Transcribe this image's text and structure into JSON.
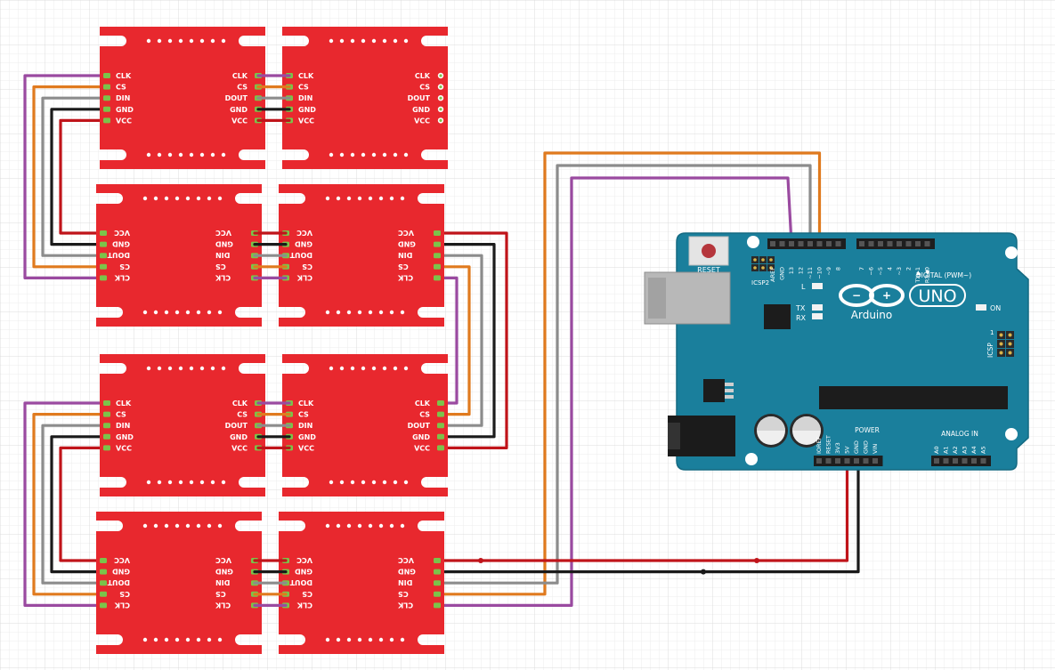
{
  "pin_labels": {
    "clk": "CLK",
    "cs": "CS",
    "din": "DIN",
    "dout": "DOUT",
    "gnd": "GND",
    "vcc": "VCC"
  },
  "arduino": {
    "reset": "RESET",
    "icsp2": "ICSP2",
    "icsp": "ICSP",
    "icsp_pin1": "1",
    "led_l": "L",
    "led_tx": "TX",
    "led_rx": "RX",
    "led_on": "ON",
    "logo_uno": "UNO",
    "logo_text": "Arduino",
    "digital_label": "DIGITAL (PWM~)",
    "power_label": "POWER",
    "analog_label": "ANALOG IN",
    "digital_pins": [
      "AREF",
      "GND",
      "13",
      "12",
      "~11",
      "~10",
      "~9",
      "8",
      "7",
      "~6",
      "~5",
      "4",
      "~3",
      "2",
      "TX▶1",
      "RX◀0"
    ],
    "power_pins": [
      "IOREF",
      "RESET",
      "3V3",
      "5V",
      "GND",
      "GND",
      "VIN"
    ],
    "analog_pins": [
      "A0",
      "A1",
      "A2",
      "A3",
      "A4",
      "A5"
    ]
  },
  "colors": {
    "board_red": "#e8282e",
    "arduino_teal": "#1a7f9c",
    "wire_clk": "#9a4aa0",
    "wire_cs": "#e07a1e",
    "wire_din": "#8c8c8c",
    "wire_gnd": "#1a1a1a",
    "wire_vcc": "#c0141a",
    "grid": "#e6e6e6"
  }
}
